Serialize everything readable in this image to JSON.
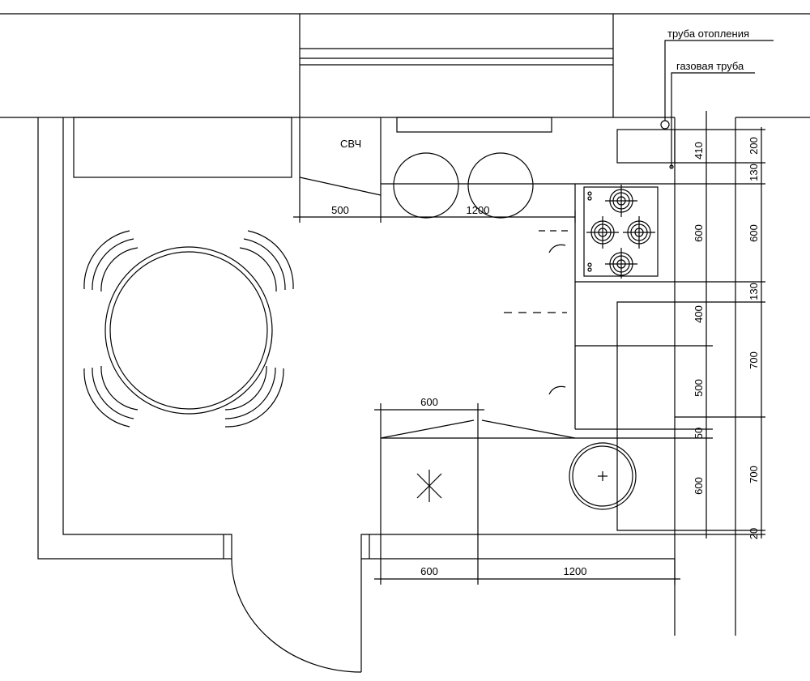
{
  "title": "Kitchen floor plan",
  "labels": {
    "heating_pipe": "труба отопления",
    "gas_pipe": "газовая труба",
    "microwave": "СВЧ"
  },
  "dimensions": {
    "top_row": [
      "500",
      "1200"
    ],
    "sink_top": "600",
    "bottom_row": [
      "600",
      "1200"
    ],
    "inner_column": [
      "410",
      "600",
      "400",
      "500",
      "50",
      "600"
    ],
    "outer_column": [
      "200",
      "130",
      "600",
      "130",
      "700",
      "700",
      "20"
    ]
  }
}
